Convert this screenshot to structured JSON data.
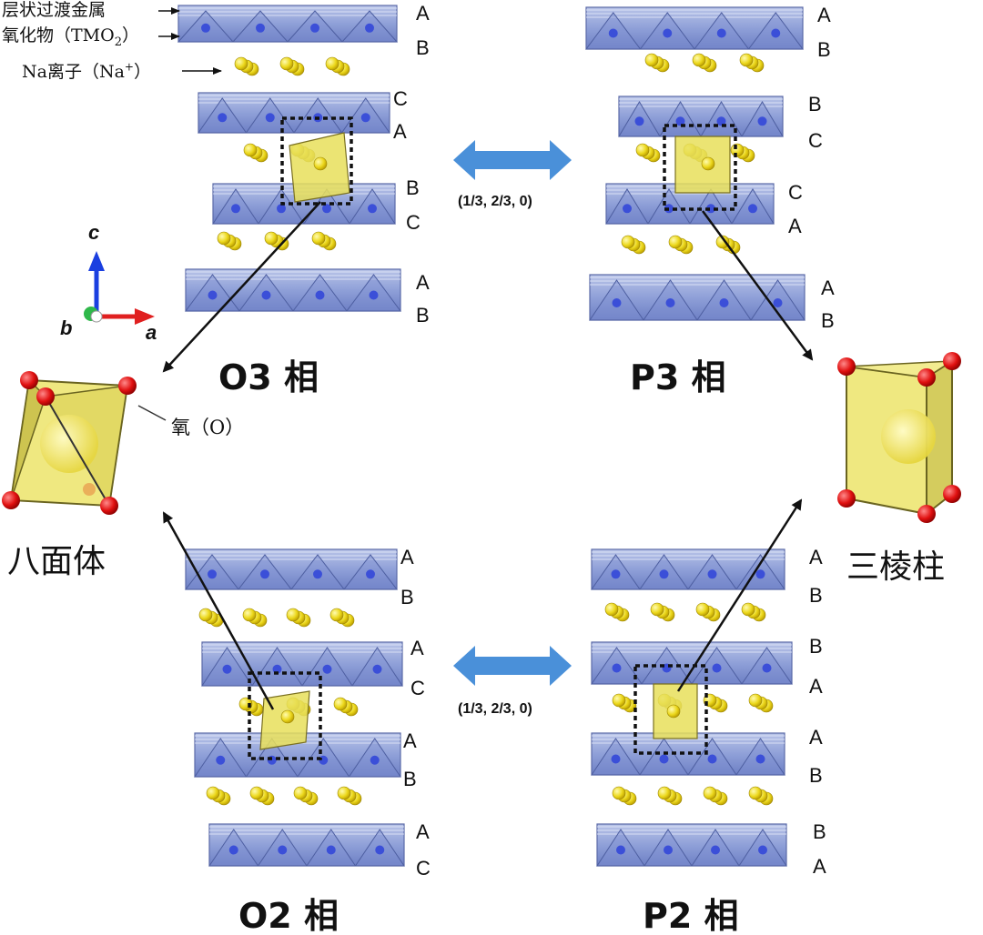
{
  "annotations": {
    "tmo2_line1": "层状过渡金属",
    "tmo2_line2": "氧化物（TMO",
    "tmo2_sub": "2",
    "tmo2_close": "）",
    "na_prefix": "Na离子（Na",
    "na_sup": "+",
    "na_close": "）",
    "oxygen": "氧（O）"
  },
  "axes": {
    "c": "c",
    "b": "b",
    "a": "a"
  },
  "phases": {
    "o3": {
      "name": "O3 相",
      "stacking": [
        "A",
        "B",
        "C",
        "A",
        "B",
        "C",
        "A",
        "B"
      ]
    },
    "p3": {
      "name": "P3 相",
      "stacking": [
        "A",
        "B",
        "B",
        "C",
        "C",
        "A",
        "A",
        "B"
      ]
    },
    "o2": {
      "name": "O2 相",
      "stacking": [
        "A",
        "B",
        "A",
        "C",
        "A",
        "B",
        "A",
        "C"
      ]
    },
    "p2": {
      "name": "P2 相",
      "stacking": [
        "A",
        "B",
        "B",
        "A",
        "A",
        "B",
        "B",
        "A"
      ]
    }
  },
  "transitions": {
    "top_vector": "(1/3, 2/3, 0)",
    "bottom_vector": "(1/3, 2/3, 0)"
  },
  "polyhedra": {
    "octahedron": "八面体",
    "prism": "三棱柱"
  },
  "colors": {
    "layer_blue": "#8fa3d6",
    "layer_edge": "#5b6aa8",
    "atom_blue": "#3b4fd8",
    "na_yellow": "#f0e02a",
    "polyhedron_yellow": "#e8df5a",
    "oxygen_red": "#e01010",
    "arrow_blue": "#4a90d9"
  }
}
